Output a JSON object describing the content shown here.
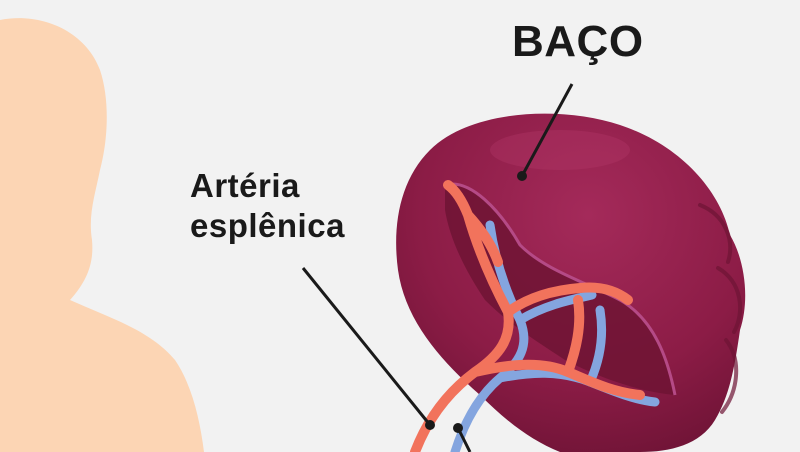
{
  "labels": {
    "organ": "BAÇO",
    "artery_line1": "Artéria",
    "artery_line2": "esplênica"
  },
  "colors": {
    "background": "#f2f2f2",
    "silhouette": "#fcd5b4",
    "organ": "#8c1c46",
    "organ_highlight": "#b02c5e",
    "organ_inner": "#6e1434",
    "artery": "#f2735c",
    "vein": "#84a5df",
    "leader_line": "#1a1a1a"
  }
}
